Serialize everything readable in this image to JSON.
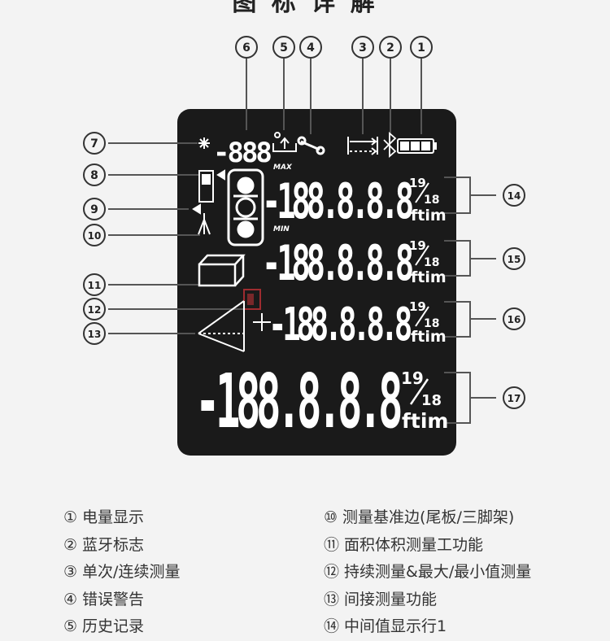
{
  "title": "图 标 详 解",
  "colors": {
    "screen": "#1a1a1a",
    "segment": "#ffffff",
    "callout_line": "#555555",
    "background": "#f3f3f3",
    "accent_red": "#d8353a"
  },
  "screen": {
    "digits_small": "-888",
    "digits_row": "-188.8.8.8",
    "digits_big": "-188.8.8.8",
    "label_max": "MAX",
    "label_min": "MIN",
    "unit_ftim": "ftim",
    "unit_fraction_top": "19",
    "unit_fraction_bottom": "18"
  },
  "callouts": [
    "①",
    "②",
    "③",
    "④",
    "⑤",
    "⑥",
    "⑦",
    "⑧",
    "⑨",
    "⑩",
    "⑪",
    "⑫",
    "⑬",
    "⑭",
    "⑮",
    "⑯",
    "⑰"
  ],
  "legend": {
    "left": [
      {
        "num": "①",
        "text": "电量显示"
      },
      {
        "num": "②",
        "text": "蓝牙标志"
      },
      {
        "num": "③",
        "text": "单次/连续测量"
      },
      {
        "num": "④",
        "text": "错误警告"
      },
      {
        "num": "⑤",
        "text": "历史记录"
      }
    ],
    "right": [
      {
        "num": "⑩",
        "text": "测量基准边(尾板/三脚架)"
      },
      {
        "num": "⑪",
        "text": "面积体积测量工功能"
      },
      {
        "num": "⑫",
        "text": "持续测量&最大/最小值测量"
      },
      {
        "num": "⑬",
        "text": "间接测量功能"
      },
      {
        "num": "⑭",
        "text": "中间值显示行1"
      }
    ]
  }
}
